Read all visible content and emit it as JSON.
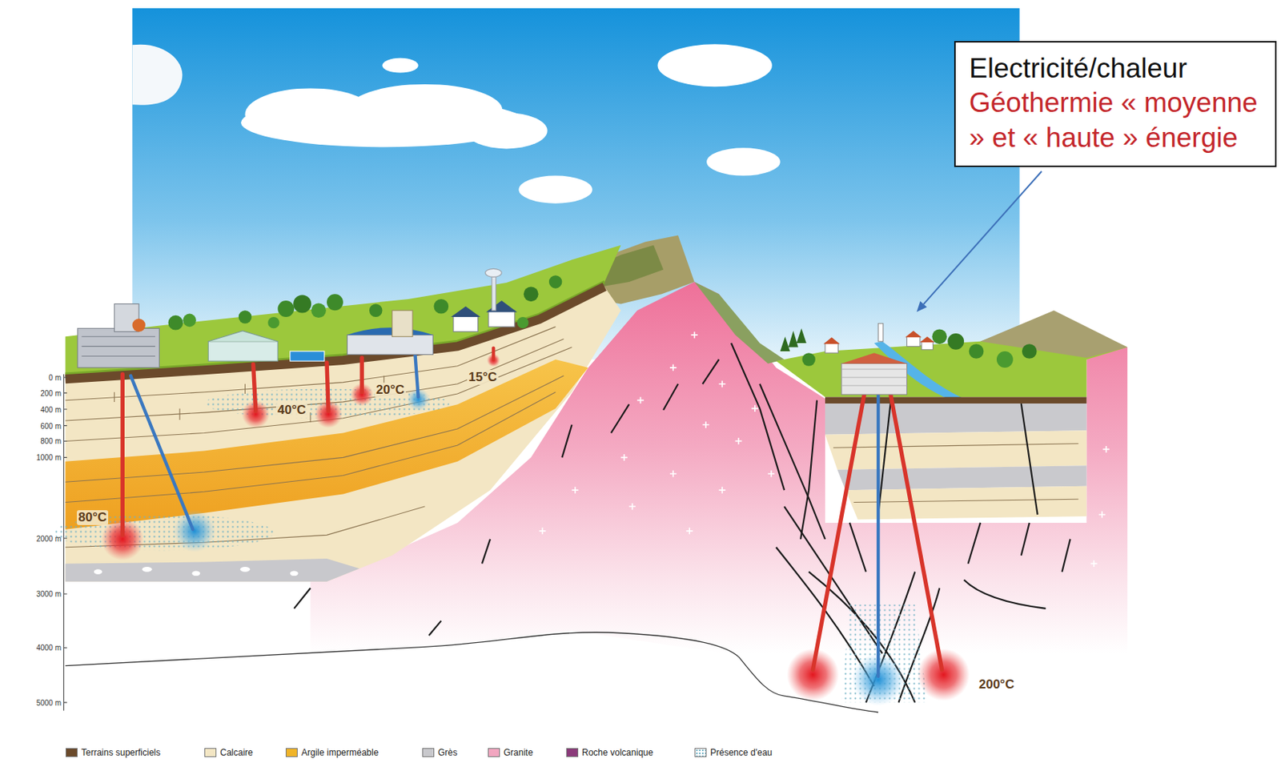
{
  "diagram": {
    "nodes": [
      {
        "text": [
          "Electricité/chaleur",
          "Géothermie « moyenne » et « haute » énergie"
        ]
      }
    ],
    "labels": [
      "0 m",
      "200 m",
      "400 m",
      "600 m",
      "800 m",
      "1000 m",
      "2000 m",
      "3000 m",
      "4000 m",
      "5000 m",
      "15°C",
      "20°C",
      "40°C",
      "80°C",
      "200°C"
    ],
    "legend": [
      {
        "text": "Terrains superficiels",
        "color": "#6b4a2b"
      },
      {
        "text": "Calcaire",
        "color": "#f3e6c4"
      },
      {
        "text": "Argile imperméable",
        "color": "#f0b429"
      },
      {
        "text": "Grès",
        "color": "#c8c8cc"
      },
      {
        "text": "Granite",
        "color": "#f2a6c0"
      },
      {
        "text": "Roche volcanique",
        "color": "#8b3a7a"
      },
      {
        "text": "Présence d'eau"
      }
    ]
  }
}
